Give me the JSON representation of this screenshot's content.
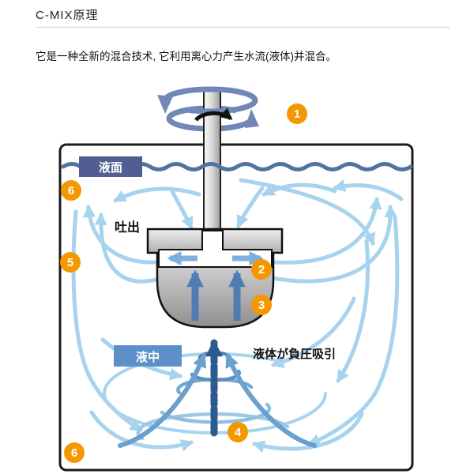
{
  "header": {
    "title": "C-MIX原理"
  },
  "intro": {
    "text": "它是一种全新的混合技术, 它利用离心力产生水流(液体)并混合。"
  },
  "diagram": {
    "labels": {
      "surface": "液面",
      "discharge": "吐出",
      "submerged": "液中",
      "suction_note": "液体が負圧吸引"
    },
    "badges": {
      "b1": "1",
      "b2": "2",
      "b3": "3",
      "b4": "4",
      "b5": "5",
      "b6_top": "6",
      "b6_bottom": "6"
    },
    "colors": {
      "badge_orange": "#F39800",
      "surface_label_bg": "#505E91",
      "submerged_label_bg": "#5D8FC9",
      "wave_blue": "#51749E",
      "flow_light": "#A7D3EE",
      "flow_medium": "#6B9FCE",
      "flow_channel": "#7FB0DD",
      "suction_blue": "#4D7DB3",
      "vortex_dark": "#2C5A8E",
      "rotation_steel": "#7087B8"
    }
  }
}
